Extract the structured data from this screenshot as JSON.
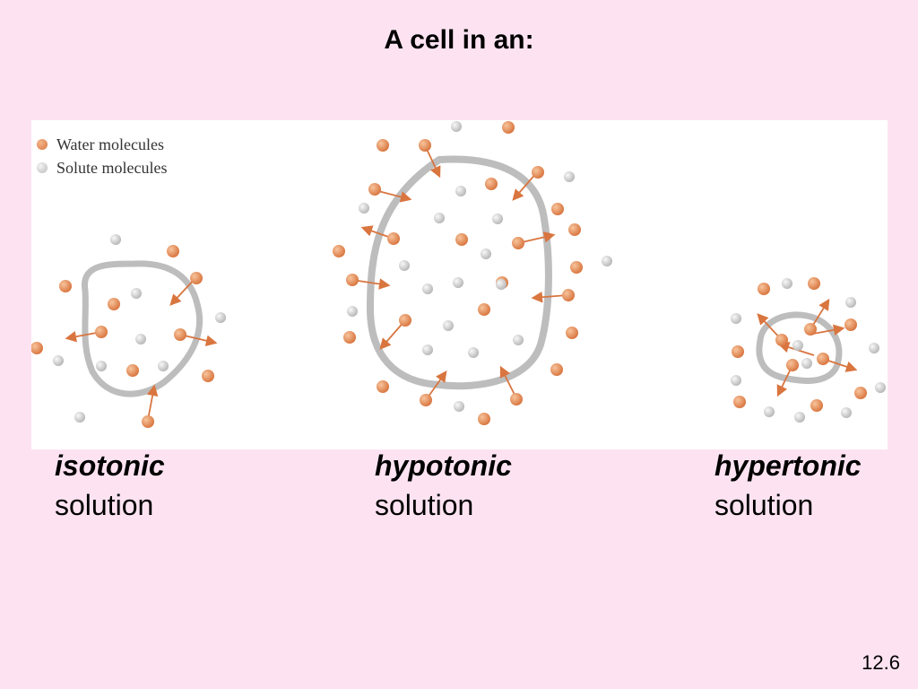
{
  "title": "A cell in an:",
  "legend": {
    "water": "Water molecules",
    "solute": "Solute molecules"
  },
  "colors": {
    "background": "#fde3f1",
    "panel": "#ffffff",
    "membrane": "#bdbdbd",
    "water": "#e08850",
    "solute": "#cfcfcf",
    "arrow": "#d9753f"
  },
  "labels": [
    {
      "kind": "isotonic",
      "word": "solution"
    },
    {
      "kind": "hypotonic",
      "word": "solution"
    },
    {
      "kind": "hypertonic",
      "word": "solution"
    }
  ],
  "slide_number": "12.6"
}
